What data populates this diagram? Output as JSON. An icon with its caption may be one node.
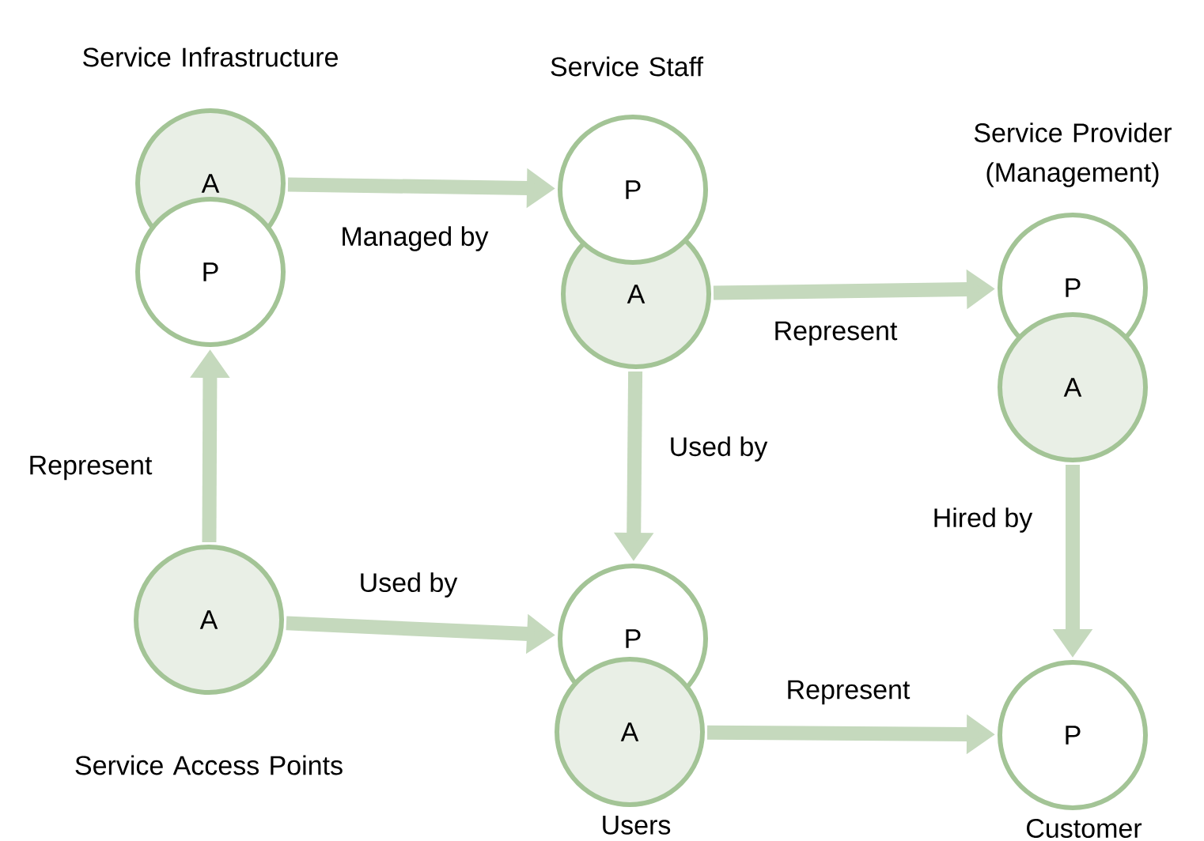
{
  "diagram": {
    "nodes": [
      {
        "text": [
          "A"
        ],
        "beside": [
          "Service Infrastructure"
        ]
      },
      {
        "text": [
          "P"
        ]
      },
      {
        "text": [
          "P"
        ],
        "beside": [
          "Service Staff"
        ]
      },
      {
        "text": [
          "A"
        ]
      },
      {
        "text": [
          "P"
        ],
        "beside": [
          "Service Provider (Management)"
        ]
      },
      {
        "text": [
          "A"
        ]
      },
      {
        "text": [
          "A"
        ],
        "beside": [
          "Service Access Points"
        ]
      },
      {
        "text": [
          "P"
        ]
      },
      {
        "text": [
          "A"
        ],
        "beside": [
          "Users"
        ]
      },
      {
        "text": [
          "P"
        ],
        "beside": [
          "Customer"
        ]
      }
    ],
    "edges": [
      {
        "from": 0,
        "to": 2,
        "arrow": "to",
        "label": "Managed by"
      },
      {
        "from": 6,
        "to": 1,
        "arrow": "to",
        "label": "Represent"
      },
      {
        "from": 3,
        "to": 4,
        "arrow": "to",
        "label": "Represent"
      },
      {
        "from": 3,
        "to": 7,
        "arrow": "to",
        "label": "Used by"
      },
      {
        "from": 6,
        "to": 7,
        "arrow": "to",
        "label": "Used by"
      },
      {
        "from": 5,
        "to": 9,
        "arrow": "to",
        "label": "Hired by"
      },
      {
        "from": 8,
        "to": 9,
        "arrow": "to",
        "label": "Represent"
      }
    ]
  }
}
